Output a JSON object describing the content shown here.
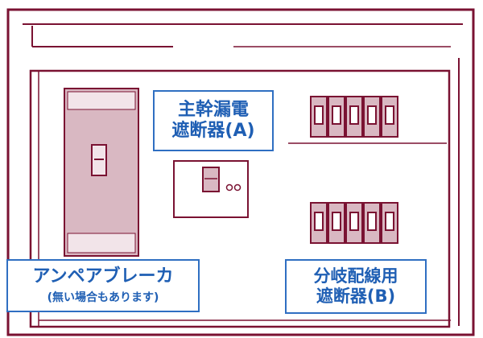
{
  "labels": {
    "main_breaker": [
      "主幹漏電",
      "遮断器(A)"
    ],
    "ampere_breaker": [
      "アンペアブレーカ",
      "(無い場合もあります)"
    ],
    "branch_breaker": [
      "分岐配線用",
      "遮断器(B)"
    ]
  },
  "colors": {
    "outline": "#7a1232",
    "panel_fill": "#d9b8c2",
    "panel_light": "#f2e4e9",
    "callout_border": "#2f6fc2",
    "callout_text": "#1f5fb4"
  },
  "branch_breakers": {
    "top_row_count": 5,
    "bottom_row_count": 5
  }
}
